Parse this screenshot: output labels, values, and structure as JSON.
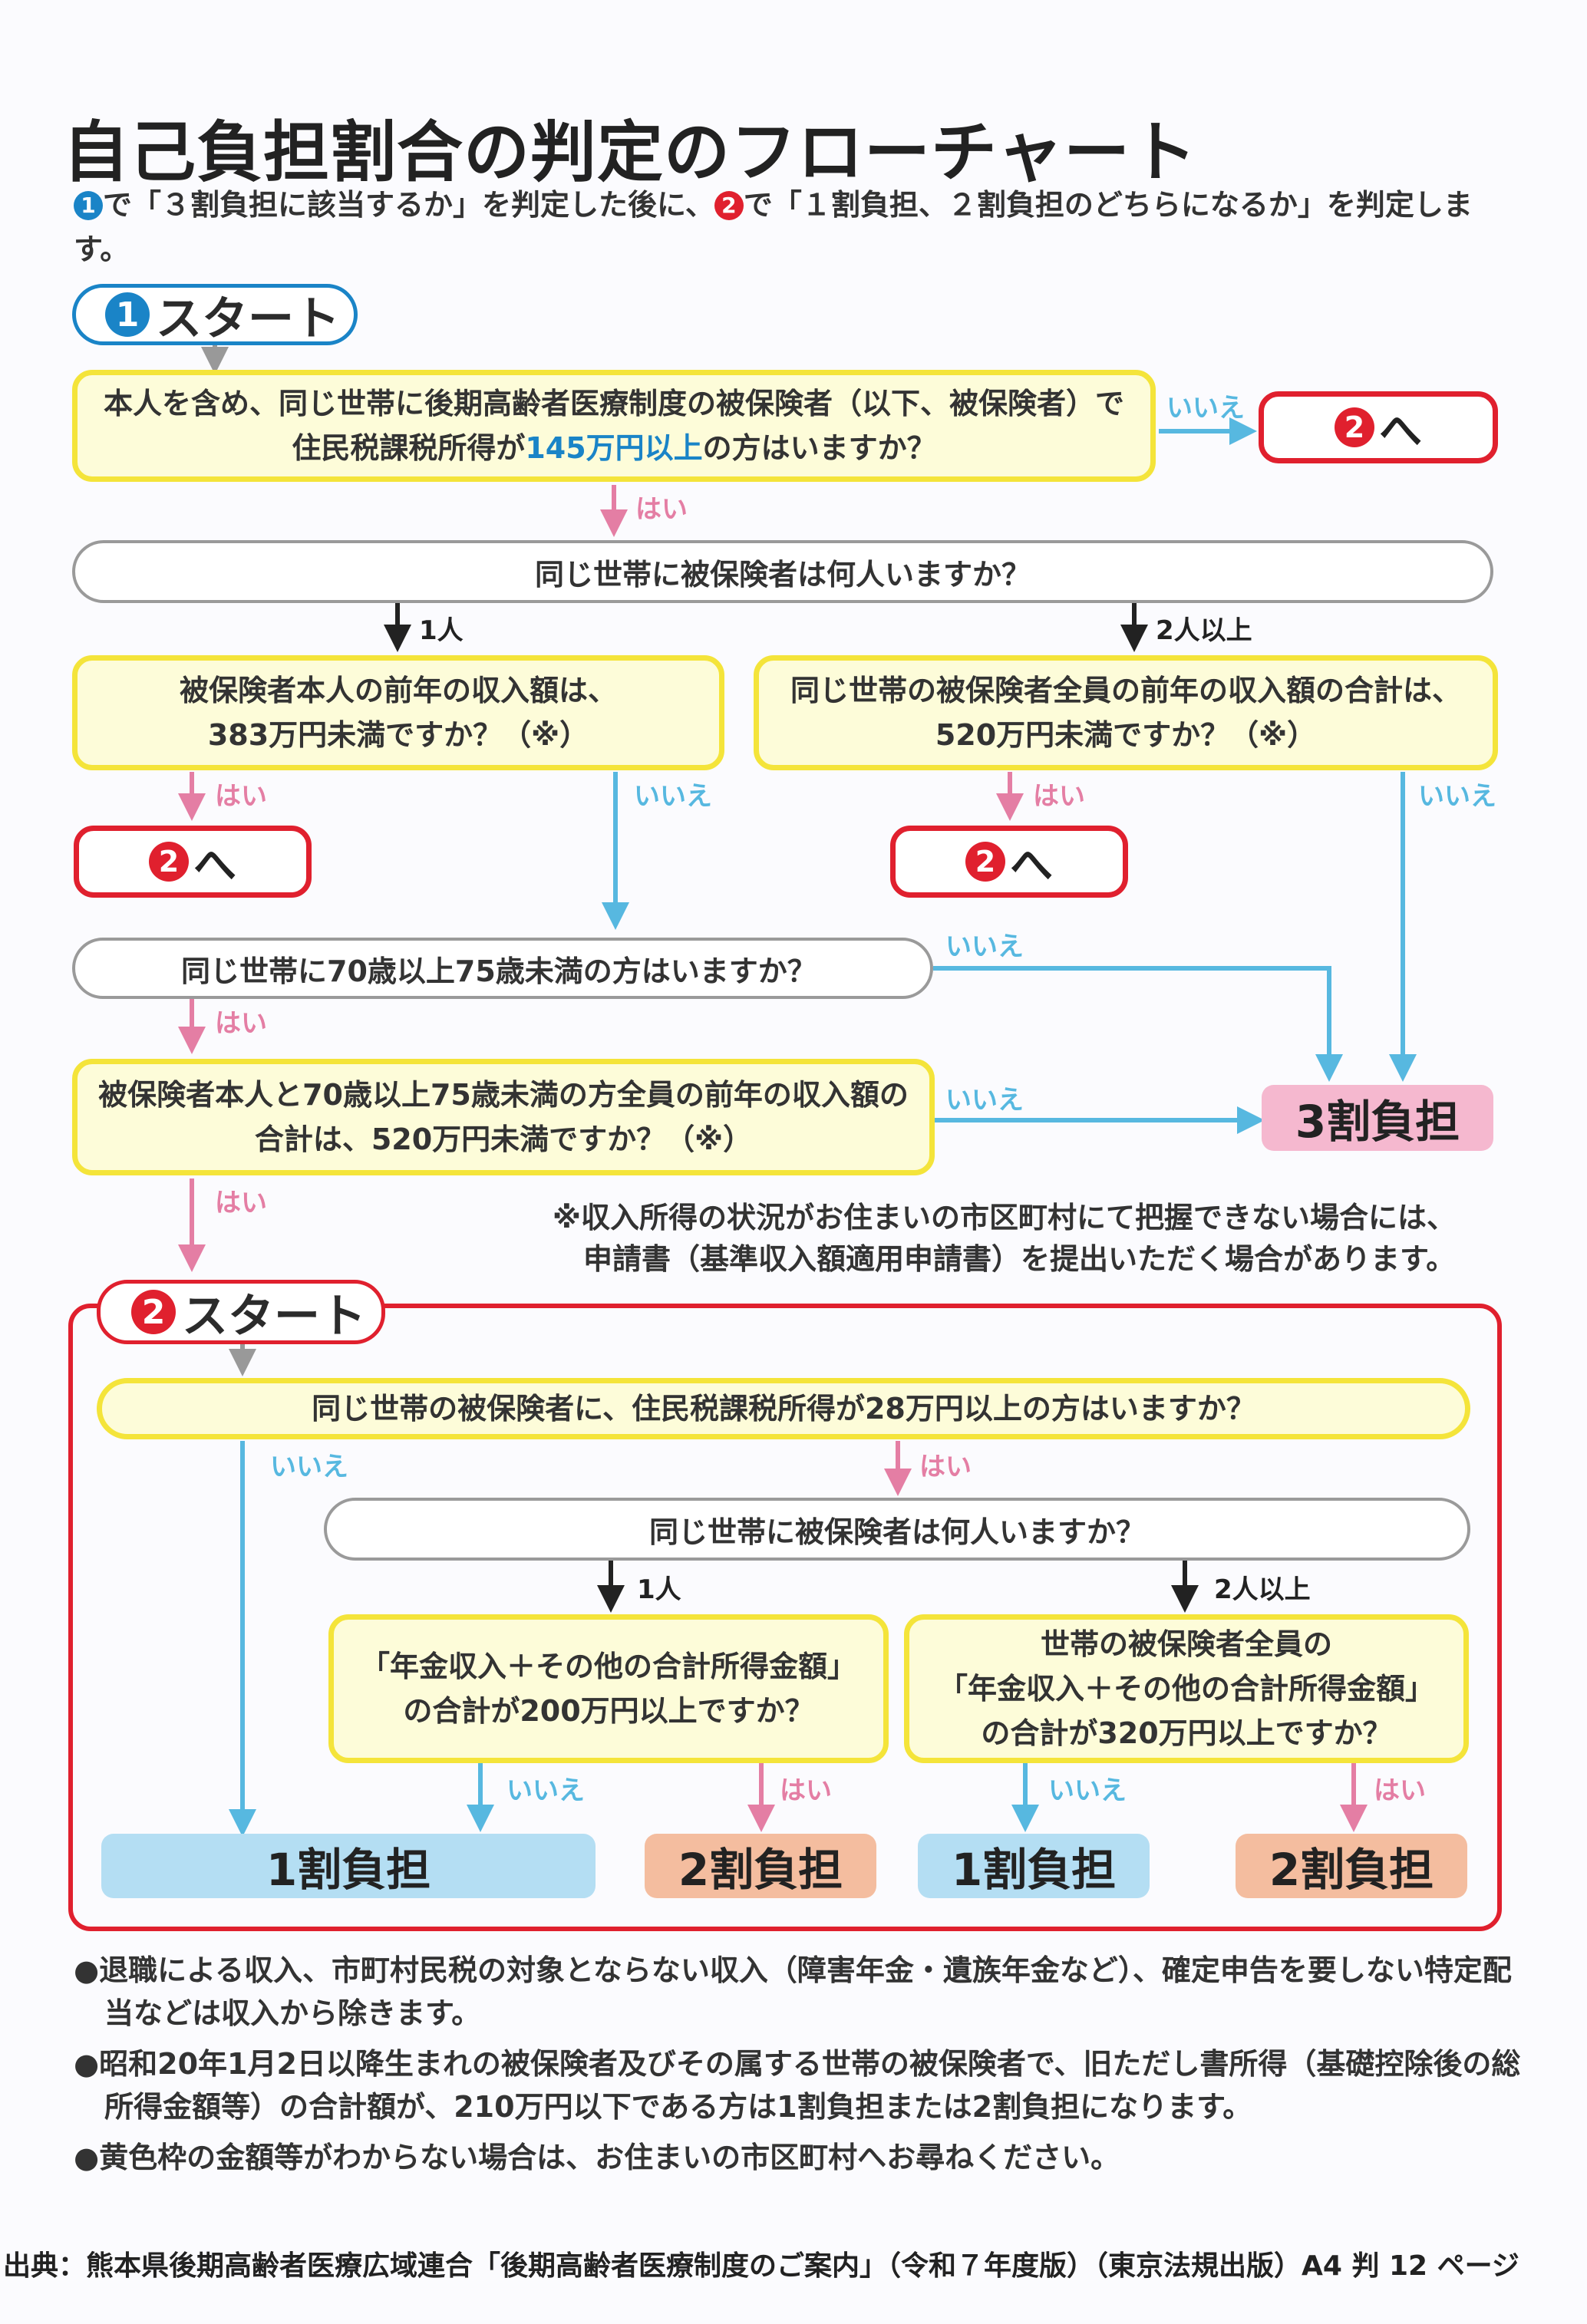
{
  "title": "自己負担割合の判定のフローチャート",
  "intro": {
    "n1": "1",
    "part1": "で「３割負担に該当するか」を判定した後に、",
    "n2": "2",
    "part2": "で「１割負担、２割負担のどちらになるか」を判定します。"
  },
  "start1": {
    "num": "1",
    "label": "スタート"
  },
  "start2": {
    "num": "2",
    "label": "スタート"
  },
  "q1": {
    "line1": "本人を含め、同じ世帯に後期高齢者医療制度の被保険者（以下、被保険者）で",
    "line2_pre": "住民税課税所得が",
    "line2_hl": "145万円以上",
    "line2_post": "の方はいますか？"
  },
  "goto": {
    "num": "2",
    "label": "へ"
  },
  "q2": "同じ世帯に被保険者は何人いますか？",
  "q3": {
    "line1": "被保険者本人の前年の収入額は、",
    "line2": "383万円未満ですか？（※）"
  },
  "q4": {
    "line1": "同じ世帯の被保険者全員の前年の収入額の合計は、",
    "line2": "520万円未満ですか？（※）"
  },
  "q5": "同じ世帯に70歳以上75歳未満の方はいますか？",
  "q6": {
    "line1": "被保険者本人と70歳以上75歳未満の方全員の前年の収入額の",
    "line2": "合計は、520万円未満ですか？（※）"
  },
  "note": {
    "line1": "※収入所得の状況がお住まいの市区町村にて把握できない場合には、",
    "line2": "申請書（基準収入額適用申請書）を提出いただく場合があります。"
  },
  "q7": "同じ世帯の被保険者に、住民税課税所得が28万円以上の方はいますか？",
  "q8": "同じ世帯に被保険者は何人いますか？",
  "q9": {
    "line1": "「年金収入＋その他の合計所得金額」",
    "line2": "の合計が200万円以上ですか？"
  },
  "q10": {
    "line1": "世帯の被保険者全員の",
    "line2": "「年金収入＋その他の合計所得金額」",
    "line3": "の合計が320万円以上ですか？"
  },
  "labels": {
    "yes": "はい",
    "no": "いいえ",
    "one": "1人",
    "two_plus": "2人以上"
  },
  "results": {
    "r3": "3割負担",
    "r1": "1割負担",
    "r2": "2割負担"
  },
  "bullets": [
    "●退職による収入、市町村民税の対象とならない収入（障害年金・遺族年金など）、確定申告を要しない特定配当などは収入から除きます。",
    "●昭和20年1月2日以降生まれの被保険者及びその属する世帯の被保険者で、旧ただし書所得（基礎控除後の総所得金額等）の合計額が、210万円以下である方は1割負担または2割負担になります。",
    "●黄色枠の金額等がわからない場合は、お住まいの市区町村へお尋ねください。"
  ],
  "source": "出典：熊本県後期高齢者医療広域連合「後期高齢者医療制度のご案内」（令和７年度版）（東京法規出版）A4 判 12 ページ",
  "colors": {
    "yellow_border": "#f4e43a",
    "yellow_fill": "#fdfcd9",
    "red": "#e0202e",
    "blue_arrow": "#57b8e0",
    "pink_arrow": "#e47ea4",
    "result3": "#f5b8cf",
    "result1": "#b4def3",
    "result2": "#f4bd9f"
  }
}
